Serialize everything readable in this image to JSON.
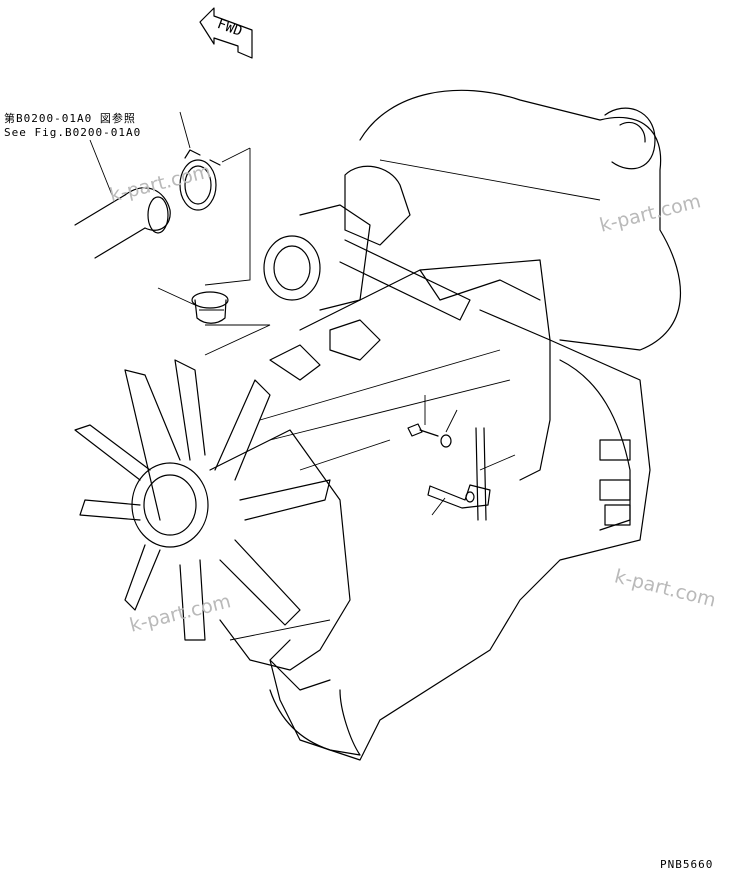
{
  "diagram": {
    "reference_jp": "第B0200-01A0 図参照",
    "reference_en": "See Fig.B0200-01A0",
    "direction_label": "FWD",
    "figure_code": "PNB5660",
    "watermark": "k-part.com",
    "colors": {
      "line": "#000000",
      "watermark": "#b9b9b9",
      "background": "#ffffff"
    }
  }
}
